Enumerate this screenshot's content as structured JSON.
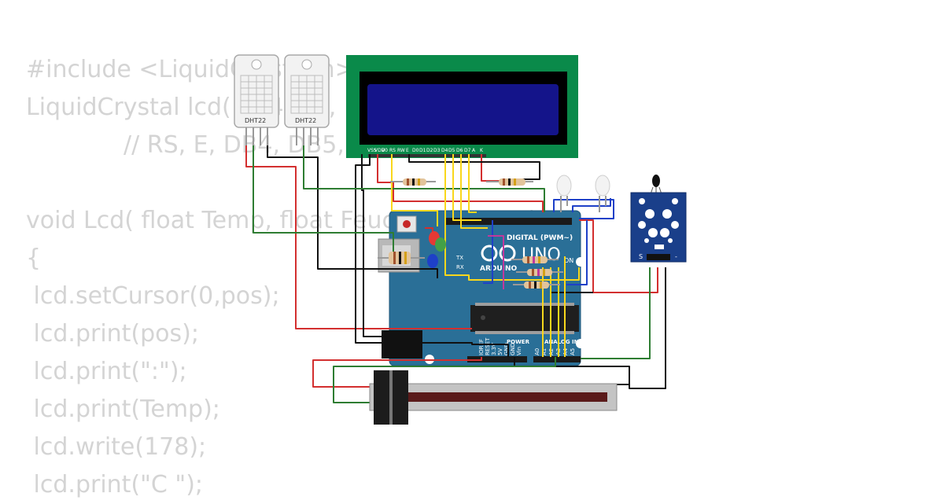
{
  "code_lines": [
    "#include <LiquidCrystal.h>",
    "LiquidCrystal lcd( 5, 4, 15, 14, 12, 13);",
    "             // RS, E, DB4, DB5, DB6, DB7",
    "",
    "void Lcd( float Temp, float Feuchte, int pos)",
    "{",
    " lcd.setCursor(0,pos);",
    " lcd.print(pos);",
    " lcd.print(\":\");",
    " lcd.print(Temp);",
    " lcd.write(178);",
    " lcd.print(\"C \");"
  ],
  "sensors": [
    {
      "label": "DHT22"
    },
    {
      "label": "DHT22"
    }
  ],
  "lcd": {
    "pin_labels": [
      "VSS",
      "VDD",
      "V0",
      "RS",
      "RW",
      "E",
      "D0",
      "D1",
      "D2",
      "D3",
      "D4",
      "D5",
      "D6",
      "D7",
      "A",
      "K"
    ]
  },
  "arduino": {
    "digital_label": "DIGITAL (PWM~)",
    "logo": "UNO",
    "brand": "ARDUINO",
    "power_label": "POWER",
    "analog_label": "ANALOG IN",
    "on_label": "ON",
    "tx_label": "TX",
    "rx_label": "RX",
    "analog_pins": [
      "A0",
      "A1",
      "A2",
      "A3",
      "A4",
      "A5"
    ],
    "power_pins": [
      "IOREF",
      "RESET",
      "3.3V",
      "5V",
      "GND",
      "GND",
      "Vin"
    ]
  },
  "ir_module": {
    "pin_s": "S",
    "pin_minus": "-"
  },
  "colors": {
    "lcd_board": "#0a8a4a",
    "lcd_screen": "#14148a",
    "arduino_board": "#2a6f97",
    "ir_board": "#1a3f8a",
    "code_text": "#d4d4d4"
  }
}
